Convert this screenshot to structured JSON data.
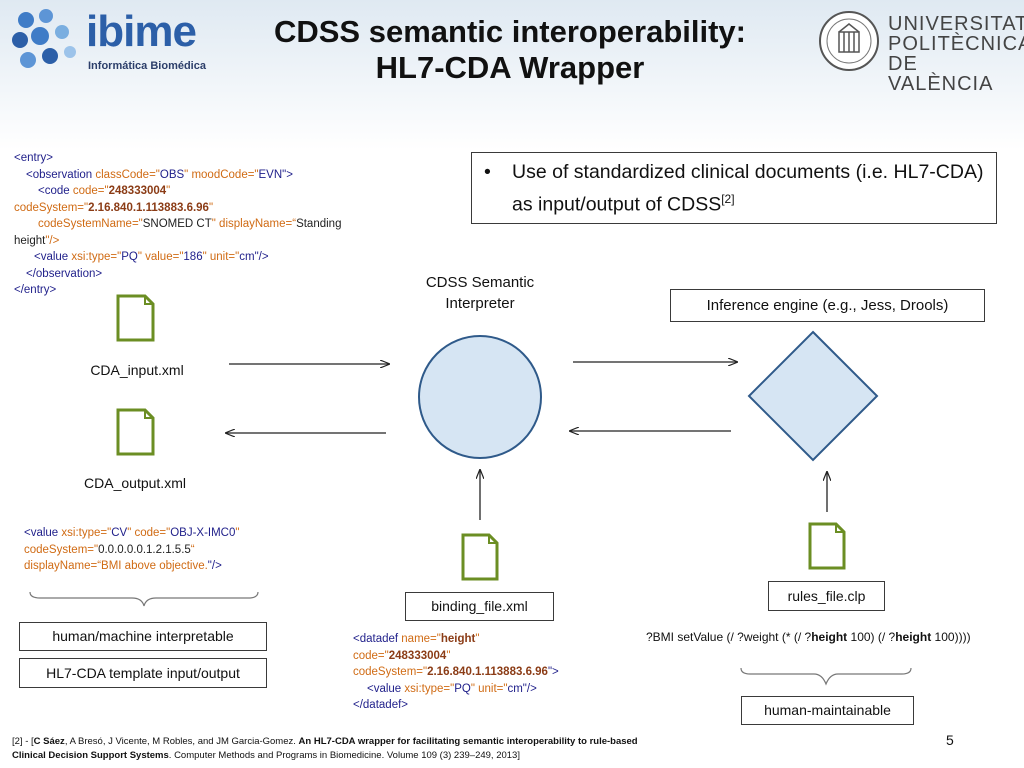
{
  "header": {
    "title_line1": "CDSS semantic interoperability:",
    "title_line2": "HL7-CDA Wrapper",
    "logo_left_name": "ibime",
    "logo_left_subtitle": "Informática Biomédica",
    "logo_right_line1": "UNIVERSITAT",
    "logo_right_line2": "POLITÈCNICA",
    "logo_right_line3": "DE VALÈNCIA"
  },
  "bullet": {
    "text": "Use of standardized clinical documents (i.e. HL7-CDA) as input/output of CDSS",
    "sup": "[2]"
  },
  "entry_code": {
    "l1": "<entry>",
    "l2a": "<observation ",
    "l2b": "classCode=\"",
    "l2c": "OBS",
    "l2d": "\" moodCode=\"",
    "l2e": "EVN",
    "l2f": "\">",
    "l3a": "<code ",
    "l3b": "code=\"",
    "l3c": "248333004",
    "l3d": "\"",
    "l4a": "codeSystem=\"",
    "l4b": "2.16.840.1.113883.6.96",
    "l4c": "\"",
    "l5a": "codeSystemName=\"",
    "l5b": "SNOMED CT",
    "l5c": "\" displayName=“",
    "l5d": "Standing",
    "l6a": "height",
    "l6b": "\"/>",
    "l7a": "<value ",
    "l7b": "xsi:type=\"",
    "l7c": "PQ",
    "l7d": "\" value=\"",
    "l7e": "186",
    "l7f": "\" unit=\"",
    "l7g": "cm",
    "l7h": "\"/>",
    "l8": "</observation>",
    "l9": "</entry>"
  },
  "files": {
    "input": "CDA_input.xml",
    "output": "CDA_output.xml",
    "binding": "binding_file.xml",
    "rules": "rules_file.clp"
  },
  "interpreter": {
    "line1": "CDSS Semantic",
    "line2": "Interpreter"
  },
  "engine_label": "Inference engine (e.g., Jess, Drools)",
  "value_code": {
    "l1a": "<value ",
    "l1b": "xsi:type=\"",
    "l1c": "CV",
    "l1d": "\" code=\"",
    "l1e": "OBJ-X-IMC0",
    "l1f": "\"",
    "l2a": "codeSystem=\"",
    "l2b": "0.0.0.0.0.1.2.1.5.5",
    "l2c": "“",
    "l3a": "displayName=“",
    "l3b": "BMI above objective.",
    "l3c": "\"/>"
  },
  "labels": {
    "human_machine": "human/machine interpretable",
    "template": "HL7-CDA template input/output",
    "human_maintainable": "human-maintainable"
  },
  "datadef_code": {
    "l1a": "<datadef ",
    "l1b": "name=\"",
    "l1c": "height",
    "l1d": "\"",
    "l2a": "code=\"",
    "l2b": "248333004",
    "l2c": "\"",
    "l3a": "codeSystem=\"",
    "l3b": "2.16.840.1.113883.6.96",
    "l3c": "\">",
    "l4a": "<value ",
    "l4b": "xsi:type=\"",
    "l4c": "PQ",
    "l4d": "\" unit=\"",
    "l4e": "cm",
    "l4f": "\"/>",
    "l5": "</datadef>"
  },
  "rule_expr": {
    "a": "?BMI setValue (/ ?weight (* (/ ?",
    "b": "height",
    "c": " 100) (/ ?",
    "d": "height",
    "e": " 100))))"
  },
  "footer": {
    "ref_a": "[2] - [",
    "ref_b": "C Sáez",
    "ref_c": ", A Bresó, J Vicente, M Robles, and JM Garcia-Gomez. ",
    "ref_d": "An HL7-CDA wrapper for facilitating semantic interoperability to rule-based Clinical Decision Support Systems",
    "ref_e": ". Computer Methods and Programs in Biomedicine. Volume 109 (3) 239–249, 2013]",
    "page_number": "5"
  },
  "colors": {
    "node_fill": "#d6e5f3",
    "node_stroke": "#2f5a8a",
    "file_icon": "#6b8e23",
    "code_navy": "#1f1f8a",
    "code_orange": "#d06b14",
    "code_brown": "#8b3c16"
  }
}
